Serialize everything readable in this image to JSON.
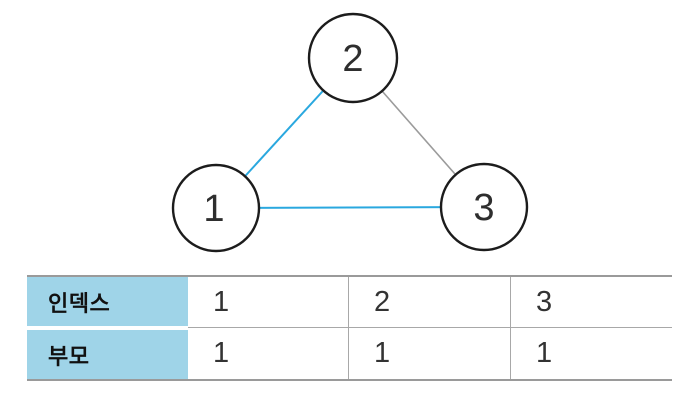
{
  "diagram": {
    "description": "Undirected triangle graph with three numbered nodes",
    "nodes": [
      {
        "id": "1",
        "label": "1"
      },
      {
        "id": "2",
        "label": "2"
      },
      {
        "id": "3",
        "label": "3"
      }
    ],
    "edges": [
      {
        "from": "1",
        "to": "2",
        "style": "highlight"
      },
      {
        "from": "2",
        "to": "3",
        "style": "muted"
      },
      {
        "from": "1",
        "to": "3",
        "style": "highlight"
      }
    ],
    "colors": {
      "edge_highlight": "#2aa8df",
      "edge_muted": "#9b9b9b",
      "node_stroke": "#1c1c1c",
      "node_fill": "#ffffff"
    }
  },
  "table": {
    "header_bg": "#9fd4e8",
    "rows": [
      {
        "header": "인덱스",
        "values": [
          "1",
          "2",
          "3"
        ]
      },
      {
        "header": "부모",
        "values": [
          "1",
          "1",
          "1"
        ]
      }
    ]
  }
}
